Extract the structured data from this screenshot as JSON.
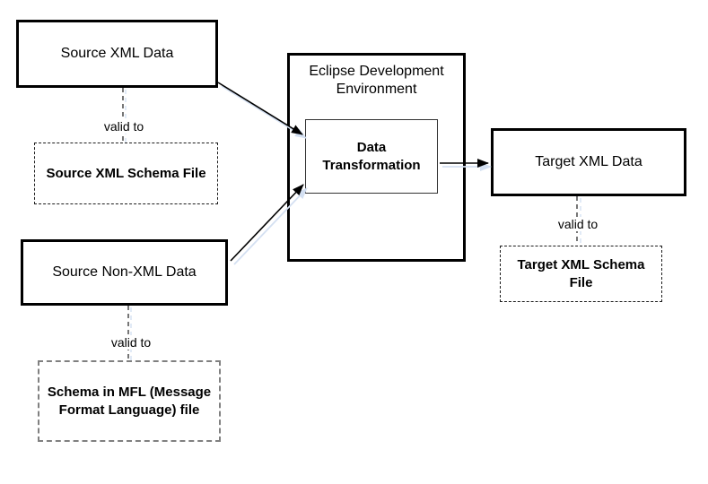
{
  "diagram": {
    "nodes": {
      "source_xml_data": {
        "label": "Source XML Data"
      },
      "source_xml_schema_file": {
        "label": "Source XML Schema File"
      },
      "source_non_xml_data": {
        "label": "Source Non-XML Data"
      },
      "schema_mfl_file": {
        "label": "Schema in MFL (Message Format Language) file"
      },
      "eclipse_environment": {
        "label": "Eclipse Development Environment"
      },
      "data_transformation": {
        "label": "Data Transformation"
      },
      "target_xml_data": {
        "label": "Target XML Data"
      },
      "target_xml_schema_file": {
        "label": "Target XML Schema File"
      }
    },
    "edges": {
      "source_xml_valid_to": {
        "label": "valid to"
      },
      "source_non_xml_valid_to": {
        "label": "valid to"
      },
      "target_xml_valid_to": {
        "label": "valid to"
      }
    },
    "colors": {
      "line": "#000000",
      "line_shadow": "#d4e0f2",
      "dashed_border": "#1c1c1c",
      "mfl_dashed_border": "#808080",
      "background": "#ffffff"
    }
  }
}
